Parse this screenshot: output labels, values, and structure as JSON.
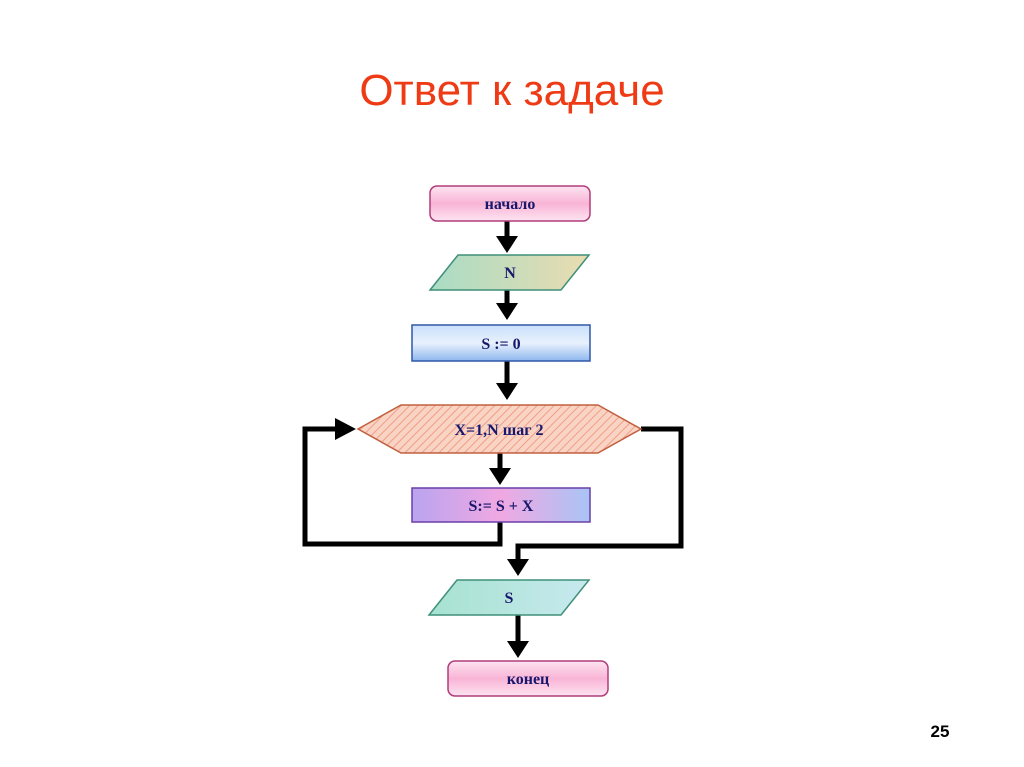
{
  "slide": {
    "title": "Ответ к задаче",
    "page_number": "25"
  },
  "flowchart": {
    "start": {
      "text": "начало",
      "shape": "terminator"
    },
    "input": {
      "text": "N",
      "shape": "parallelogram"
    },
    "init": {
      "text": "S := 0",
      "shape": "process"
    },
    "loop": {
      "text": "X=1,N шаг 2",
      "shape": "hexagon"
    },
    "body": {
      "text": "S:= S + X",
      "shape": "process"
    },
    "output": {
      "text": "S",
      "shape": "parallelogram"
    },
    "end": {
      "text": "конец",
      "shape": "terminator"
    }
  },
  "colors": {
    "title": "#ee3b16",
    "terminator_fill": "#fbc9e2",
    "parallelogram_fill": "#b8e3d1",
    "process_fill": "#a8c8f4",
    "loop_fill": "#f7c5b4",
    "body_fill": "#d8a8ee",
    "arrow": "#000000",
    "label_text": "#17176b"
  }
}
